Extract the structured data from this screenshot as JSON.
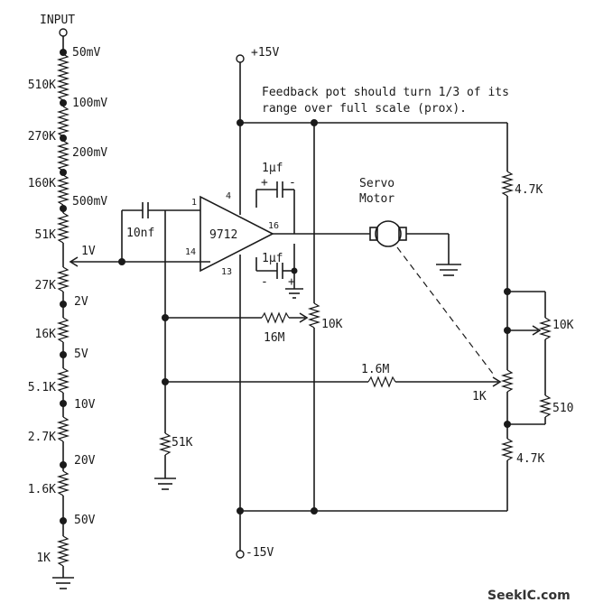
{
  "labels": {
    "input": "INPUT",
    "plus15": "+15V",
    "minus15": "-15V",
    "note_line1": "Feedback pot should turn 1/3 of its",
    "note_line2": "range over full scale (prox).",
    "servo_line1": "Servo",
    "servo_line2": "Motor",
    "ic": "9712",
    "pin4": "4",
    "pin1": "1",
    "pin14": "14",
    "pin16": "16",
    "pin13": "13",
    "cap_top": "1µf",
    "cap_bot": "1µf",
    "cap_in": "10nf",
    "r16m": "16M",
    "r16": "1.6M",
    "r10k_mid": "10K",
    "r51k_gnd": "51K",
    "r47k_top": "4.7K",
    "r10k_right": "10K",
    "r1k_fb": "1K",
    "r510": "510",
    "r47k_bot": "4.7K",
    "watermark": "SeekIC.com"
  },
  "ladder": {
    "resistors": [
      "510K",
      "270K",
      "160K",
      "51K",
      "27K",
      "16K",
      "5.1K",
      "2.7K",
      "1.6K",
      "1K"
    ],
    "ranges": [
      "50mV",
      "100mV",
      "200mV",
      "500mV",
      "1V",
      "2V",
      "5V",
      "10V",
      "20V",
      "50V"
    ]
  },
  "colors": {
    "ink": "#1a1a1a",
    "paper": "#ffffff"
  }
}
